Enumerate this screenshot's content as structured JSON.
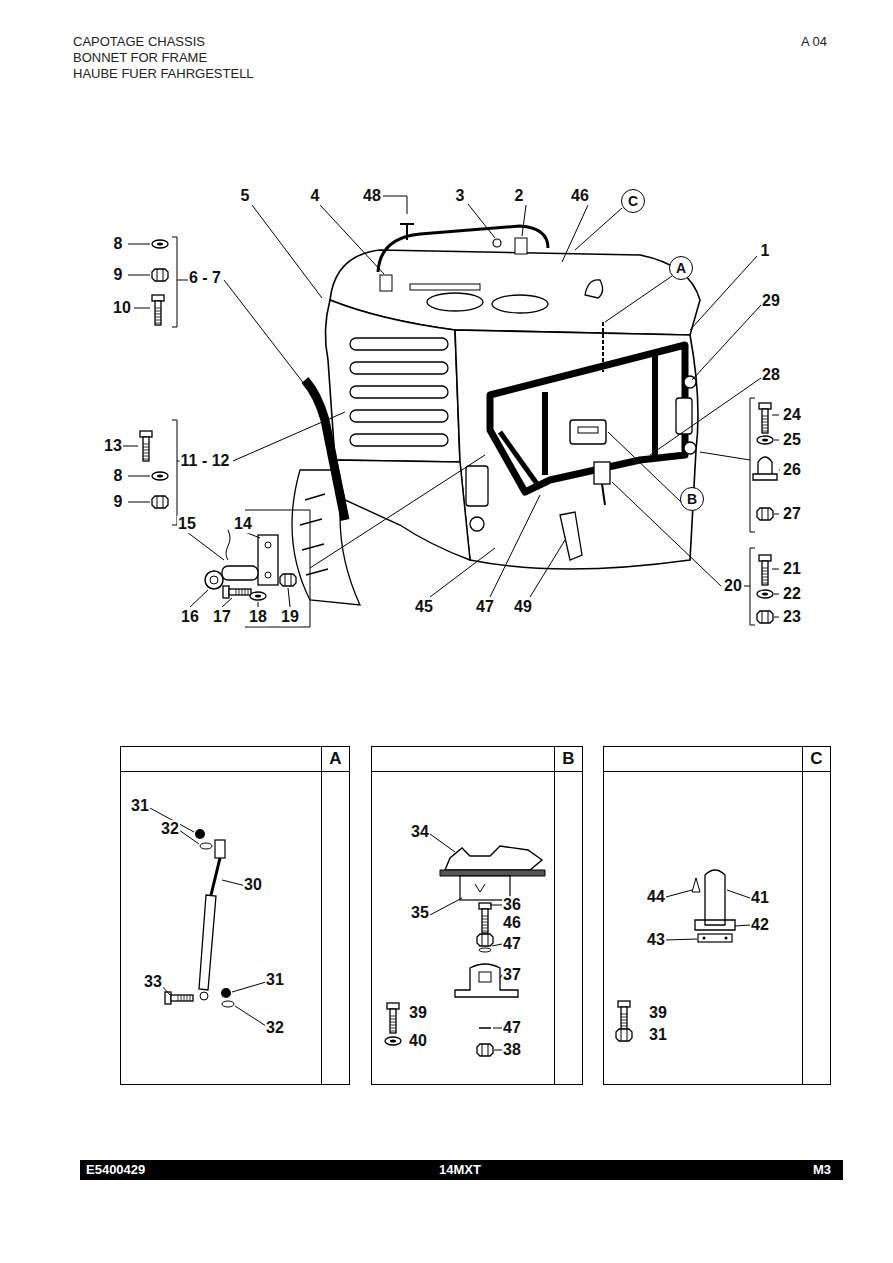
{
  "diagram": {
    "title": "CAPOTAGE CHASSIS",
    "nodes": [
      {
        "text": [
          "C"
        ]
      },
      {
        "text": [
          "A"
        ]
      },
      {
        "text": [
          "B"
        ]
      },
      {
        "text": [
          "A"
        ]
      },
      {
        "text": [
          "B"
        ]
      },
      {
        "text": [
          "C"
        ]
      }
    ],
    "labels": [
      "BONNET FOR FRAME",
      "HAUBE FUER FAHRGESTELL",
      "A 04",
      "5",
      "4",
      "48",
      "3",
      "2",
      "46",
      "1",
      "8",
      "9",
      "10",
      "6 - 7",
      "29",
      "28",
      "24",
      "25",
      "13",
      "11 - 12",
      "26",
      "8",
      "9",
      "27",
      "15",
      "14",
      "21",
      "22",
      "23",
      "20",
      "16",
      "17",
      "18",
      "19",
      "45",
      "47",
      "49",
      "31",
      "32",
      "30",
      "33",
      "31",
      "32",
      "34",
      "35",
      "36",
      "46",
      "47",
      "37",
      "39",
      "40",
      "47",
      "38",
      "44",
      "41",
      "42",
      "43",
      "39",
      "31",
      "E5400429",
      "14MXT",
      "M3"
    ]
  }
}
